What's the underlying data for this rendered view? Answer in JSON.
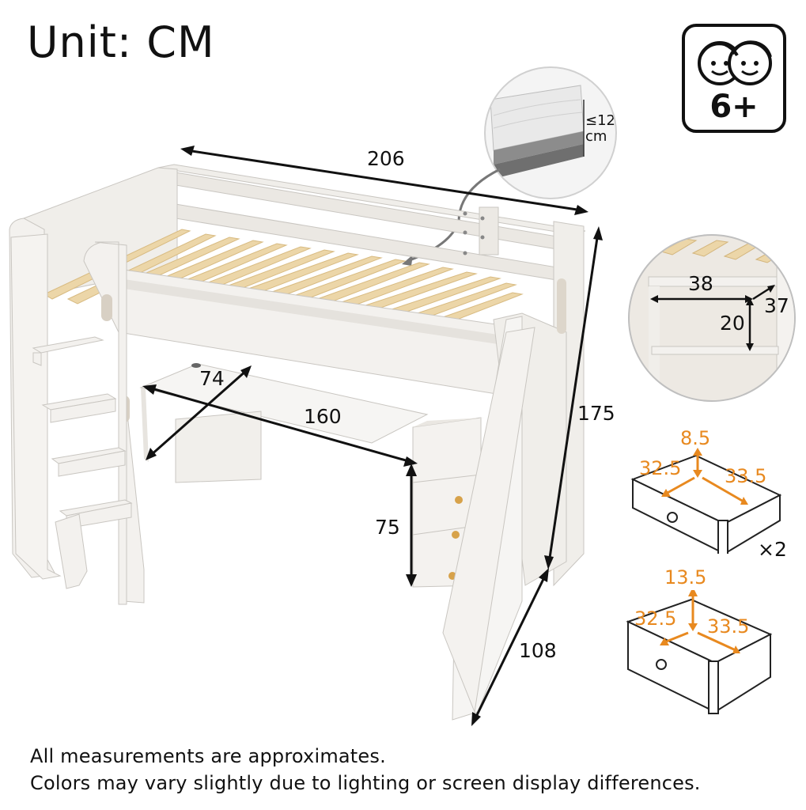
{
  "header": {
    "unit_title": "Unit: CM"
  },
  "age_badge": {
    "label": "6+",
    "icon": "two-kids-faces-icon"
  },
  "mattress_inset": {
    "thickness_line1": "≤12",
    "thickness_line2": "cm"
  },
  "bed_dimensions": {
    "length": "206",
    "height": "175",
    "width": "108",
    "desk_depth": "74",
    "desk_length": "160",
    "desk_height": "75"
  },
  "shelf_inset": {
    "width": "38",
    "depth": "37",
    "height": "20"
  },
  "drawer_small": {
    "height": "8.5",
    "width": "32.5",
    "depth": "33.5",
    "quantity": "×2"
  },
  "drawer_large": {
    "height": "13.5",
    "width": "32.5",
    "depth": "33.5"
  },
  "footer": {
    "note_1": "All measurements are approximates.",
    "note_2": "Colors may vary slightly due to lighting or screen display differences."
  },
  "colors": {
    "accent_orange": "#e8891f",
    "furniture_white": "#f3f1ee",
    "slat_wood": "#ecd6a8"
  }
}
